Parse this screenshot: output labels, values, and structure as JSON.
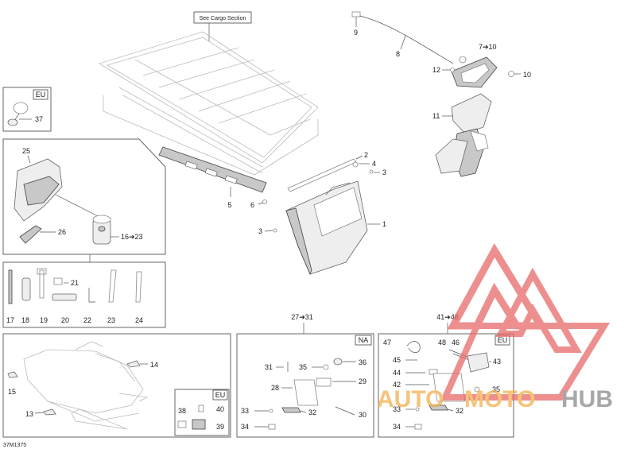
{
  "diagram": {
    "figure_code": "37M1375",
    "cargo_note": "See Cargo Section",
    "region_tags": {
      "eu_mirror": "EU",
      "na": "NA",
      "eu_bottom_left": "EU",
      "eu_bottom_right": "EU"
    },
    "callouts": {
      "c1": "1",
      "c2": "2",
      "c3a": "3",
      "c3b": "3",
      "c4": "4",
      "c5": "5",
      "c6": "6",
      "c7": "7➔10",
      "c8": "8",
      "c9": "9",
      "c10": "10",
      "c11": "11",
      "c12": "12",
      "c13": "13",
      "c14": "14",
      "c15": "15",
      "c16": "16➔23",
      "c17": "17",
      "c18": "18",
      "c19": "19",
      "c20": "20",
      "c21": "21",
      "c22": "22",
      "c23": "23",
      "c24": "24",
      "c25": "25",
      "c26": "26",
      "c27": "27➔31",
      "c28": "28",
      "c29": "29",
      "c30": "30",
      "c31": "31",
      "c32a": "32",
      "c32b": "32",
      "c33a": "33",
      "c33b": "33",
      "c34a": "34",
      "c34b": "34",
      "c35a": "35",
      "c35b": "35",
      "c36": "36",
      "c37": "37",
      "c38": "38",
      "c39": "39",
      "c40": "40",
      "c41": "41➔48",
      "c42": "42",
      "c43": "43",
      "c44": "44",
      "c45": "45",
      "c46": "46",
      "c47": "47",
      "c48": "48"
    }
  },
  "watermark": {
    "brand_left": "AUTO",
    "brand_mid": "MOTO",
    "brand_right": "HUB"
  },
  "colors": {
    "watermark_red": "#e86a6a",
    "watermark_orange": "#f3b04a",
    "watermark_gray": "#8a8a8a",
    "line": "#555555"
  }
}
